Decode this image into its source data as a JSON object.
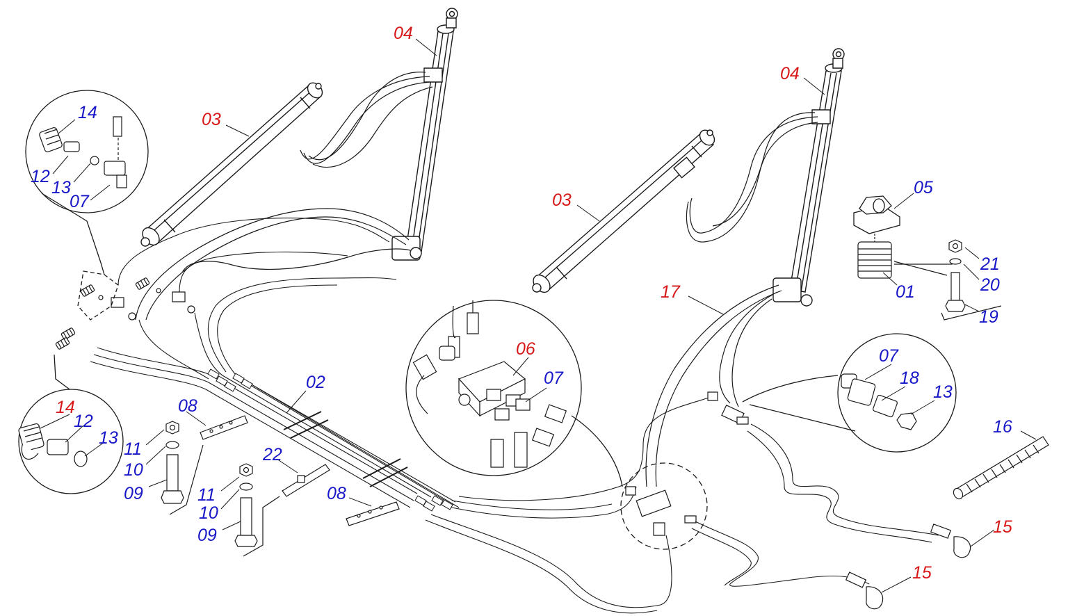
{
  "colors": {
    "line": "#1a1a1a",
    "hose": "#1a1a1a",
    "fill": "#ffffff",
    "label_blue": "#1818c8",
    "label_red": "#d81818"
  },
  "labels": [
    {
      "id": "l04a",
      "text": "04",
      "color": "red"
    },
    {
      "id": "l03a",
      "text": "03",
      "color": "red"
    },
    {
      "id": "l14a",
      "text": "14",
      "color": "blue"
    },
    {
      "id": "l12a",
      "text": "12",
      "color": "blue"
    },
    {
      "id": "l13a",
      "text": "13",
      "color": "blue"
    },
    {
      "id": "l07a",
      "text": "07",
      "color": "blue"
    },
    {
      "id": "l04b",
      "text": "04",
      "color": "red"
    },
    {
      "id": "l03b",
      "text": "03",
      "color": "red"
    },
    {
      "id": "l05",
      "text": "05",
      "color": "blue"
    },
    {
      "id": "l21",
      "text": "21",
      "color": "blue"
    },
    {
      "id": "l20",
      "text": "20",
      "color": "blue"
    },
    {
      "id": "l01",
      "text": "01",
      "color": "blue"
    },
    {
      "id": "l19",
      "text": "19",
      "color": "blue"
    },
    {
      "id": "l17",
      "text": "17",
      "color": "red"
    },
    {
      "id": "l06",
      "text": "06",
      "color": "red"
    },
    {
      "id": "l07b",
      "text": "07",
      "color": "blue"
    },
    {
      "id": "l02",
      "text": "02",
      "color": "blue"
    },
    {
      "id": "l07c",
      "text": "07",
      "color": "blue"
    },
    {
      "id": "l18",
      "text": "18",
      "color": "blue"
    },
    {
      "id": "l13c",
      "text": "13",
      "color": "blue"
    },
    {
      "id": "l14b",
      "text": "14",
      "color": "red"
    },
    {
      "id": "l12b",
      "text": "12",
      "color": "blue"
    },
    {
      "id": "l13b",
      "text": "13",
      "color": "blue"
    },
    {
      "id": "l08a",
      "text": "08",
      "color": "blue"
    },
    {
      "id": "l11a",
      "text": "11",
      "color": "blue"
    },
    {
      "id": "l10a",
      "text": "10",
      "color": "blue"
    },
    {
      "id": "l09a",
      "text": "09",
      "color": "blue"
    },
    {
      "id": "l22",
      "text": "22",
      "color": "blue"
    },
    {
      "id": "l11b",
      "text": "11",
      "color": "blue"
    },
    {
      "id": "l10b",
      "text": "10",
      "color": "blue"
    },
    {
      "id": "l09b",
      "text": "09",
      "color": "blue"
    },
    {
      "id": "l08b",
      "text": "08",
      "color": "blue"
    },
    {
      "id": "l16",
      "text": "16",
      "color": "blue"
    },
    {
      "id": "l15a",
      "text": "15",
      "color": "red"
    },
    {
      "id": "l15b",
      "text": "15",
      "color": "red"
    }
  ]
}
